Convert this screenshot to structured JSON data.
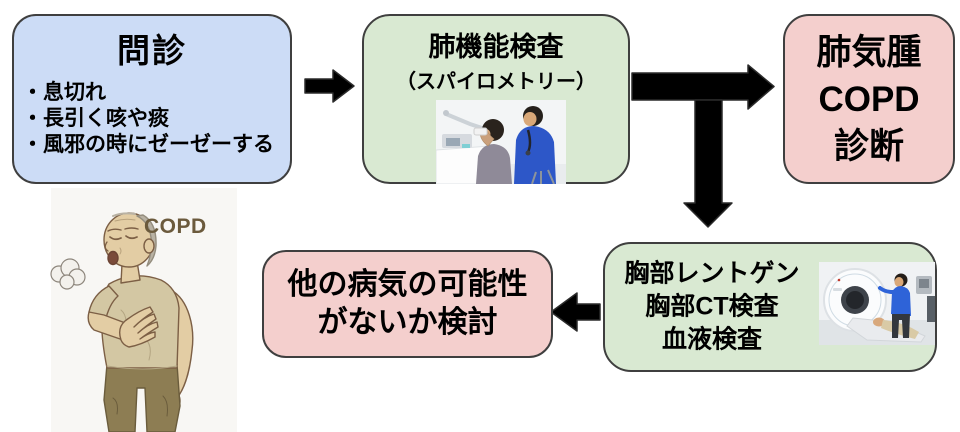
{
  "flowchart": {
    "interview_box": {
      "title": "問診",
      "bullets": [
        "・息切れ",
        "・長引く咳や痰",
        "・風邪の時にゼーゼーする"
      ],
      "fill": "#ccdcf6"
    },
    "spirometry_box": {
      "title": "肺機能検査",
      "subtitle": "（スパイロメトリー）",
      "photo": "spirometry-test-photo",
      "fill": "#d9e9d2"
    },
    "diagnosis_box": {
      "line1": "肺気腫",
      "line2": "COPD",
      "line3": "診断",
      "fill": "#f4cfcd"
    },
    "imaging_box": {
      "line1": "胸部レントゲン",
      "line2": "胸部CT検査",
      "line3": "血液検査",
      "photo": "ct-scanner-photo",
      "fill": "#d9e9d2"
    },
    "reconsider_box": {
      "line1": "他の病気の可能性",
      "line2": "がないか検討",
      "fill": "#f4cfcd"
    },
    "illustration": {
      "label": "COPD",
      "depicts": "elderly-man-coughing-hand-on-chest"
    },
    "colors": {
      "box_border": "#3f3f3f",
      "arrow": "#000000",
      "blue_fill": "#ccdcf6",
      "green_fill": "#d9e9d2",
      "pink_fill": "#f4cfcd",
      "copd_label_text": "#6b5a3c"
    }
  }
}
